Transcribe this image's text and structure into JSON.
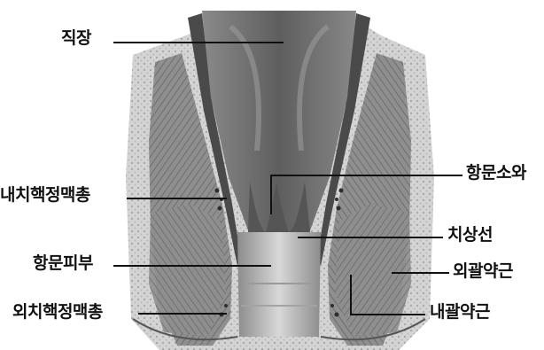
{
  "labels": {
    "rectum": "직장",
    "internal_hemorrhoidal_plexus": "내치핵정맥총",
    "anal_skin": "항문피부",
    "external_hemorrhoidal_plexus": "외치핵정맥총",
    "anal_crypt": "항문소와",
    "dentate_line": "치상선",
    "external_sphincter": "외괄약근",
    "internal_sphincter": "내괄약근"
  },
  "colors": {
    "background": "#ffffff",
    "label_text": "#111111",
    "leader_line": "#111111",
    "lumen": "#6f6f6f",
    "muscle": "#8a8a8a",
    "fat_tissue": "#c9c9c9"
  }
}
